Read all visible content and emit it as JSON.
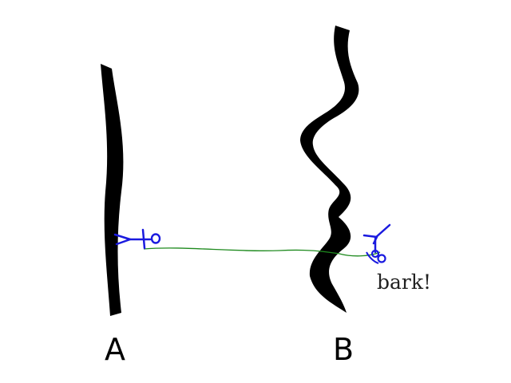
{
  "labels": {
    "left": "A",
    "right": "B",
    "annotation": "bark!"
  },
  "colors": {
    "path_stroke": "#000000",
    "dog_marker": "#1a1adf",
    "connector": "#1e8a1e",
    "background": "#ffffff"
  },
  "icons": {
    "dog_a": "dog-figure-icon",
    "dog_b": "dog-figure-icon"
  }
}
